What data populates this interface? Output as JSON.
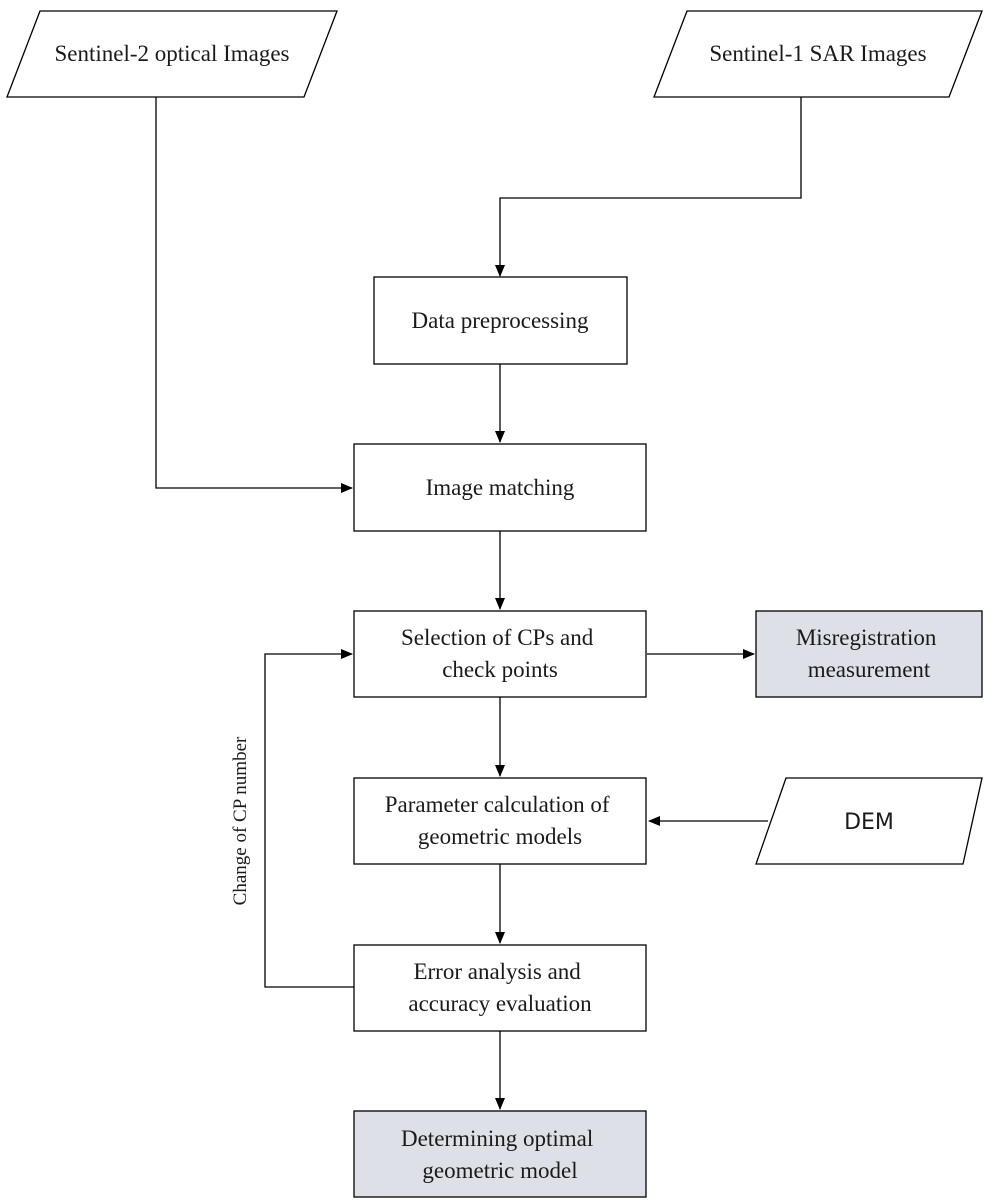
{
  "colors": {
    "stroke": "#000000",
    "process_fill": "#ffffff",
    "output_fill": "#dde1e7"
  },
  "inputs": {
    "optical": "Sentinel-2 optical Images",
    "sar": "Sentinel-1 SAR Images",
    "dem": "DEM"
  },
  "steps": {
    "preprocessing": "Data preprocessing",
    "matching": "Image matching",
    "selection": [
      "Selection of CPs and",
      "check points"
    ],
    "parameter": [
      "Parameter calculation of",
      "geometric models"
    ],
    "error": [
      "Error analysis and",
      "accuracy evaluation"
    ]
  },
  "outputs": {
    "misregistration": [
      "Misregistration",
      "measurement"
    ],
    "optimal": [
      "Determining optimal",
      "geometric model"
    ]
  },
  "loop_label": "Change of CP number"
}
